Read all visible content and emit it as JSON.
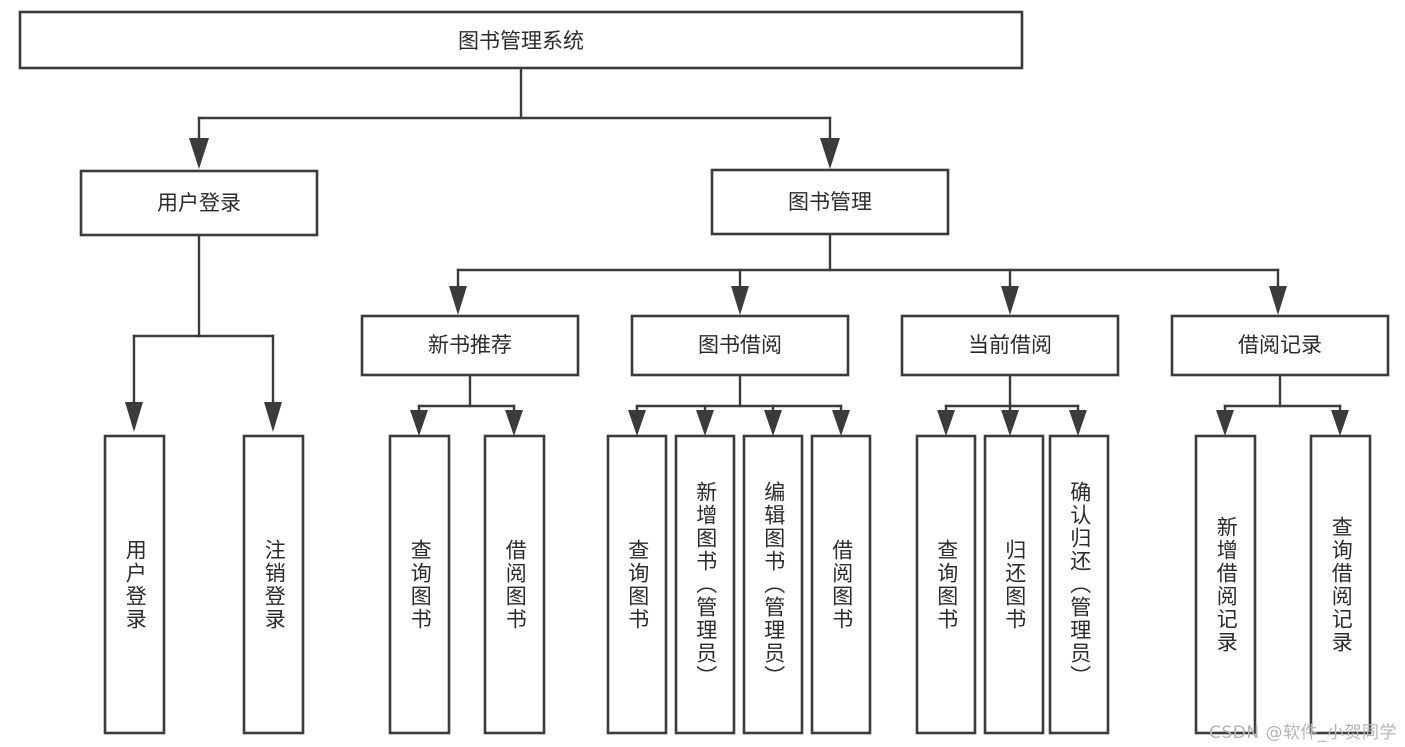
{
  "diagram": {
    "kind": "functional-structure-tree",
    "title": "图书管理系统",
    "watermark": "CSDN @软件_小贺同学",
    "colors": {
      "box_stroke": "#3b3b3b",
      "box_fill": "#ffffff",
      "text": "#2b2b2b",
      "watermark": "#b4b4b4",
      "background": "#ffffff"
    },
    "nodes": {
      "root": {
        "label": "图书管理系统"
      },
      "level2": [
        {
          "id": "user-login",
          "label": "用户登录"
        },
        {
          "id": "book-manage",
          "label": "图书管理"
        }
      ],
      "level3": [
        {
          "id": "new-book-recommend",
          "label": "新书推荐"
        },
        {
          "id": "book-borrow",
          "label": "图书借阅"
        },
        {
          "id": "current-borrow",
          "label": "当前借阅"
        },
        {
          "id": "borrow-record",
          "label": "借阅记录"
        }
      ],
      "leaves": {
        "user-login": [
          {
            "id": "leaf-user-login",
            "label": "用户登录"
          },
          {
            "id": "leaf-user-logout",
            "label": "注销登录"
          }
        ],
        "new-book-recommend": [
          {
            "id": "leaf-query-book-1",
            "label": "查询图书"
          },
          {
            "id": "leaf-borrow-book-1",
            "label": "借阅图书"
          }
        ],
        "book-borrow": [
          {
            "id": "leaf-query-book-2",
            "label": "查询图书"
          },
          {
            "id": "leaf-add-book",
            "label": "新增图书（管理员）"
          },
          {
            "id": "leaf-edit-book",
            "label": "编辑图书（管理员）"
          },
          {
            "id": "leaf-borrow-book-2",
            "label": "借阅图书"
          }
        ],
        "current-borrow": [
          {
            "id": "leaf-query-book-3",
            "label": "查询图书"
          },
          {
            "id": "leaf-return-book",
            "label": "归还图书"
          },
          {
            "id": "leaf-confirm-return",
            "label": "确认归还（管理员）"
          }
        ],
        "borrow-record": [
          {
            "id": "leaf-add-record",
            "label": "新增借阅记录"
          },
          {
            "id": "leaf-query-record",
            "label": "查询借阅记录"
          }
        ]
      }
    }
  }
}
